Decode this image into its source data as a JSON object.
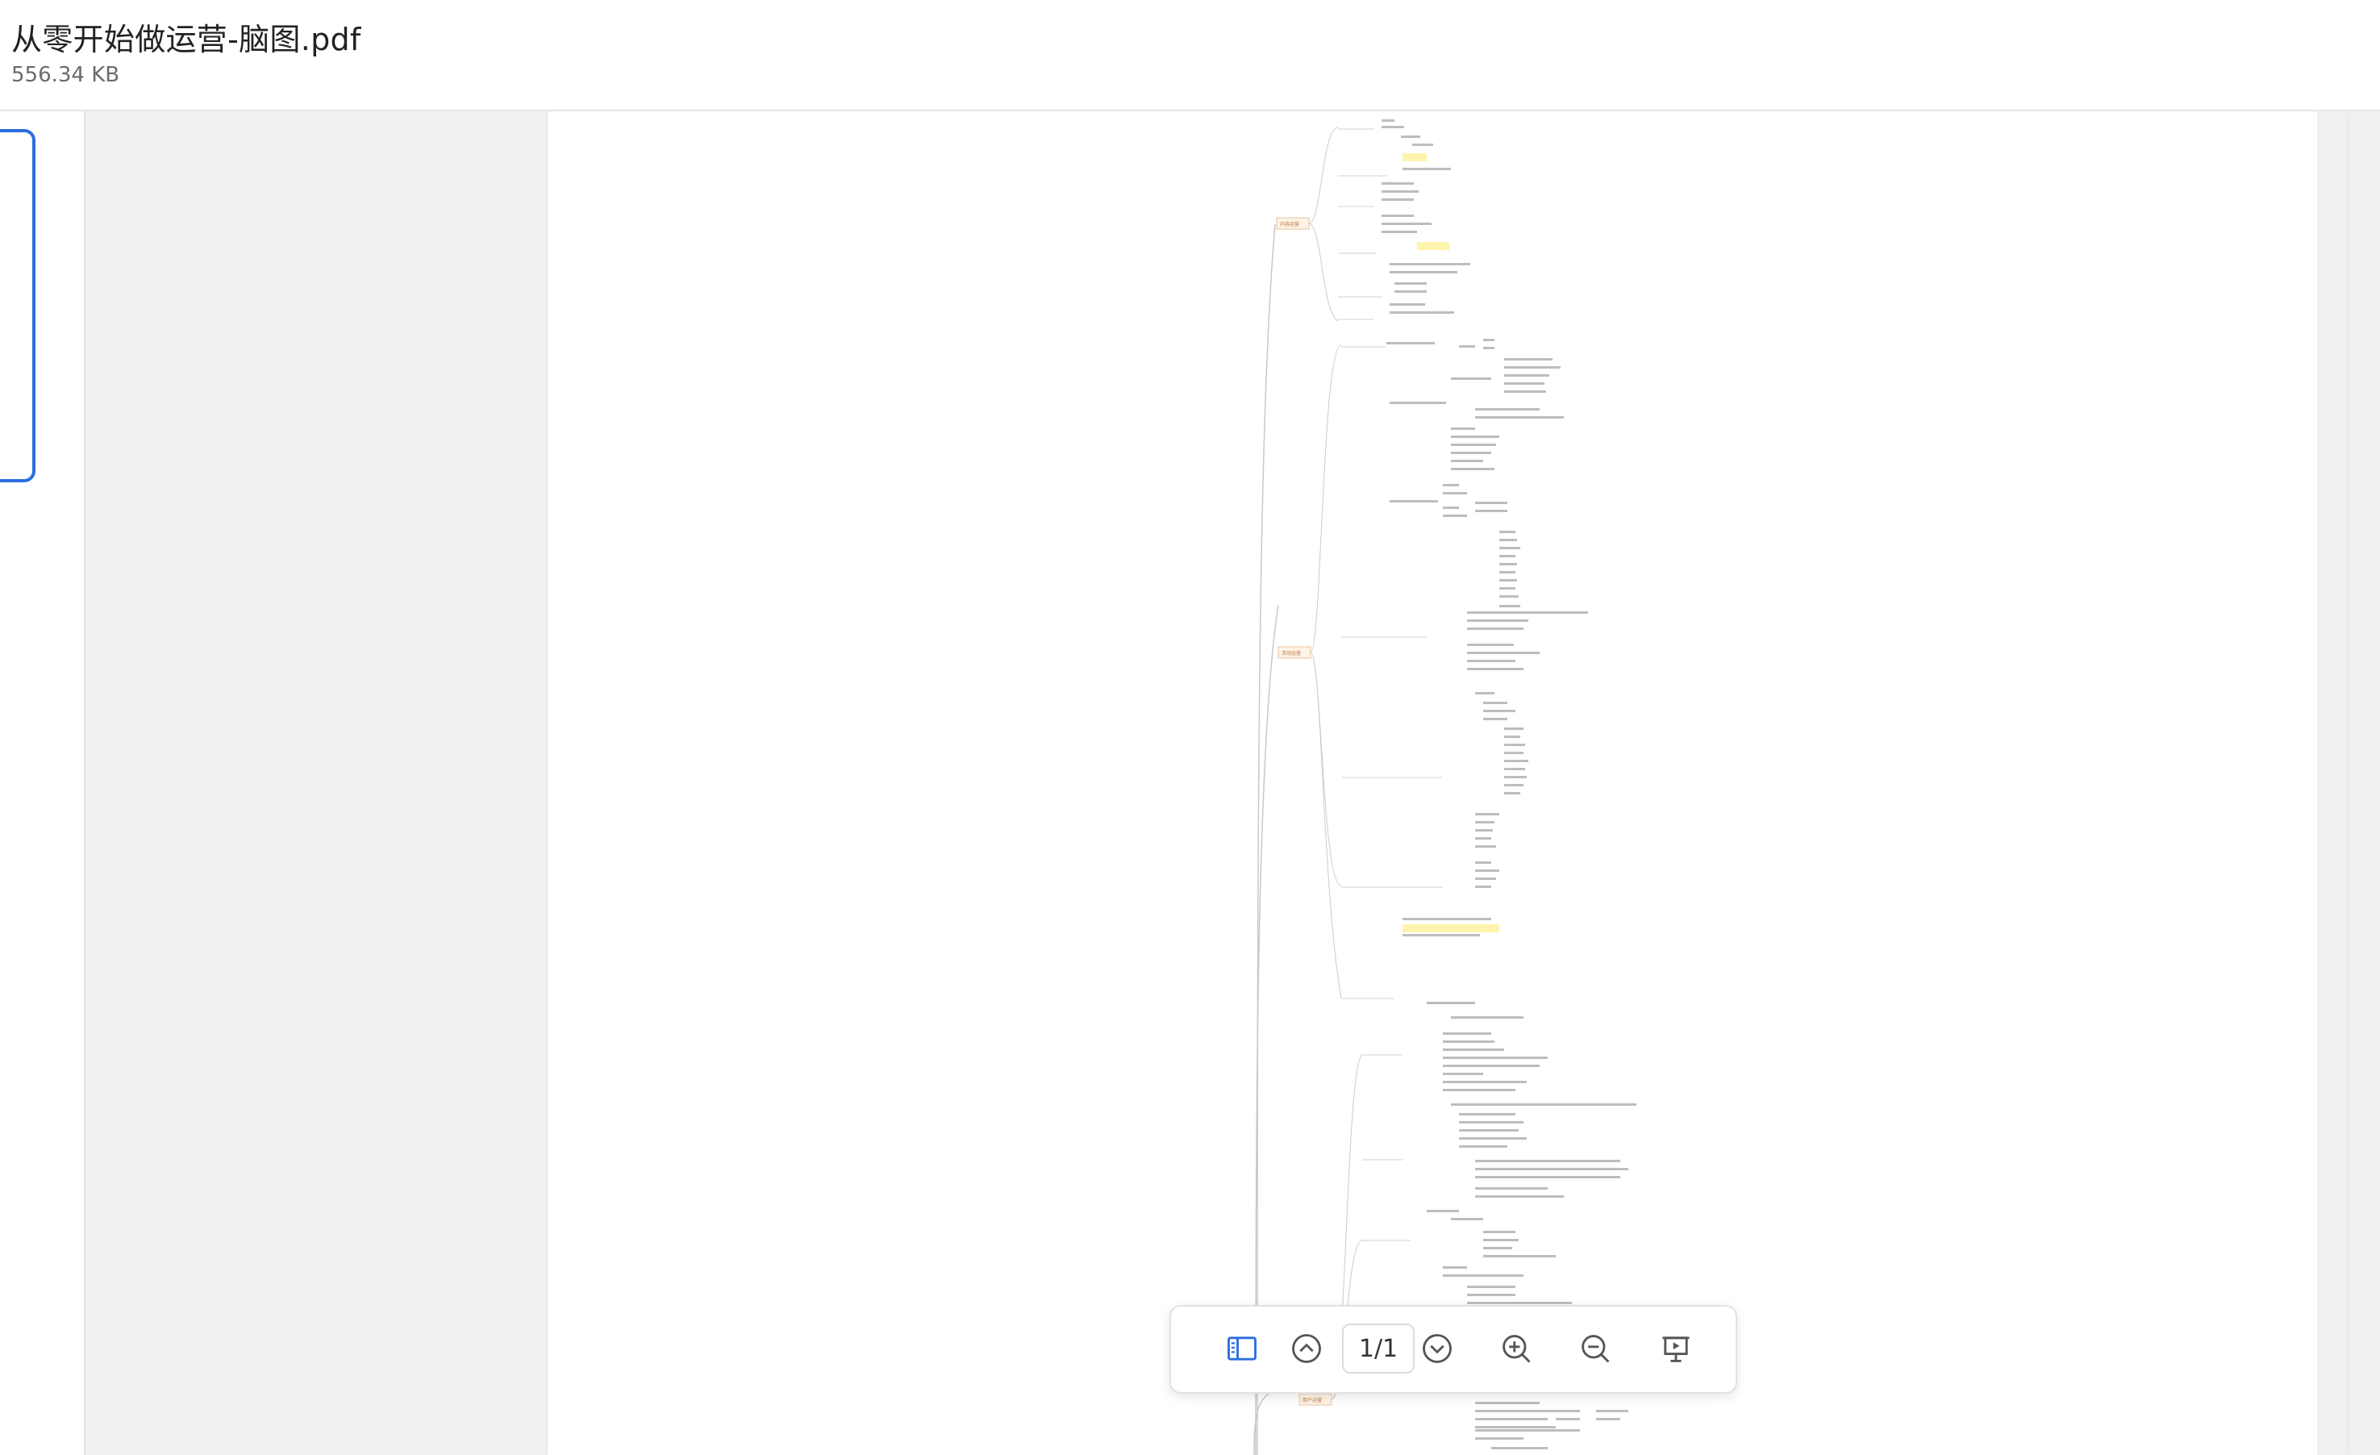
{
  "header": {
    "file_name": "从零开始做运营-脑图.pdf",
    "file_size": "556.34 KB"
  },
  "thumbnail_rail": {
    "selected_page": 1
  },
  "document": {
    "branch_labels": [
      "内容运营",
      "活动运营",
      "用户运营"
    ]
  },
  "toolbar": {
    "page_indicator": "1/1",
    "icons": [
      "sidebar-toggle-icon",
      "page-up-icon",
      "page-down-icon",
      "zoom-in-icon",
      "zoom-out-icon",
      "presentation-icon"
    ],
    "accent_color": "#2b6de0",
    "icon_color": "#555555"
  }
}
